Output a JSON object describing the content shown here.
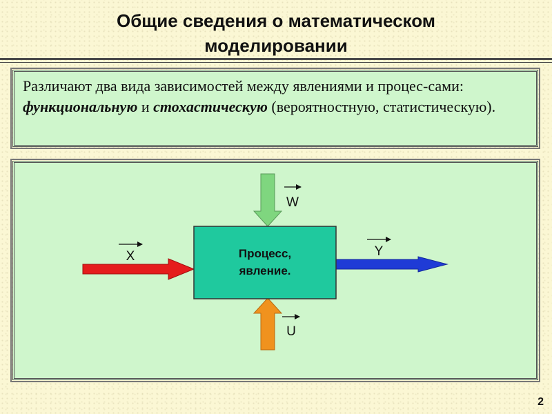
{
  "slide": {
    "title_line1": "Общие сведения о математическом",
    "title_line2": "моделировании",
    "page_number": "2"
  },
  "intro": {
    "part1": "Различают два вида зависимостей между явлениями и процес-сами: ",
    "term1": "функциональную",
    "part2": " и ",
    "term2": "стохастическую",
    "part3": " (вероятностную, статистическую)."
  },
  "diagram": {
    "process_line1": "Процесс,",
    "process_line2": "явление.",
    "input_label": "X",
    "output_label": "Y",
    "top_label": "W",
    "bottom_label": "U"
  },
  "colors": {
    "panel_bg": "#cff6cc",
    "box_fill": "#1fc99e",
    "input_arrow": "#e51c1c",
    "output_arrow": "#1f3bd6",
    "top_arrow": "#7fd67f",
    "bottom_arrow": "#f0921e"
  },
  "icons": [
    "arrow-right-red",
    "arrow-right-blue",
    "arrow-down-green",
    "arrow-up-orange",
    "vector-arrow"
  ]
}
